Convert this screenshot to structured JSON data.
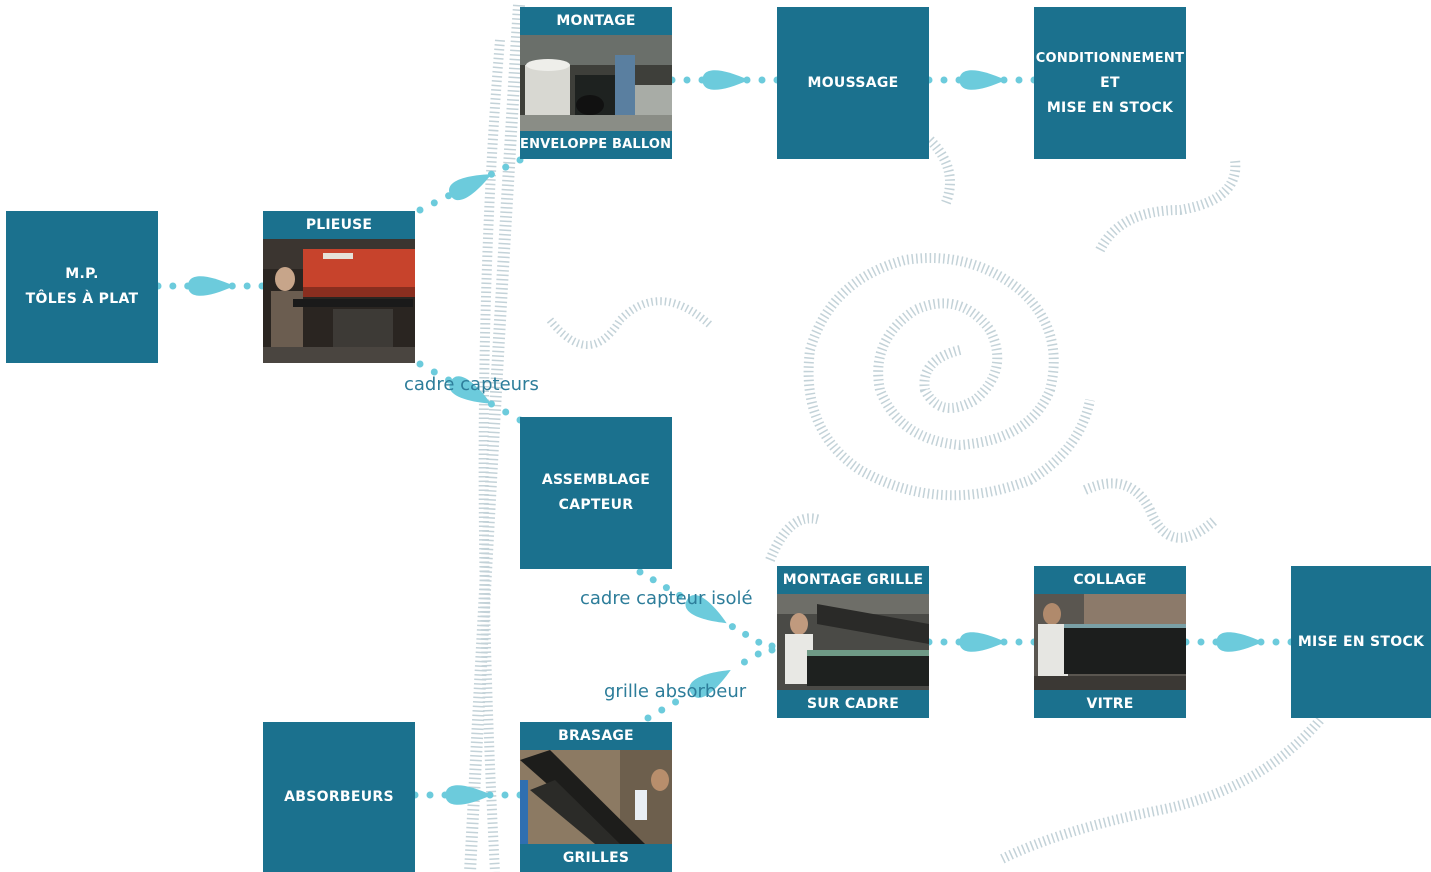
{
  "colors": {
    "box": "#1b718e",
    "arrow": "#6ccbdc",
    "pattern": "#c3d2d8",
    "label": "#2d7d9a"
  },
  "nodes": {
    "mp": {
      "lines": [
        "M.P.",
        "TÔLES À PLAT"
      ]
    },
    "plieuse": {
      "top": "PLIEUSE",
      "photo_icon": "press-brake-photo"
    },
    "montage": {
      "top": "MONTAGE",
      "bottom": "ENVELOPPE BALLONS",
      "photo_icon": "workshop-photo"
    },
    "moussage": {
      "lines": [
        "MOUSSAGE"
      ]
    },
    "conditionnement": {
      "lines": [
        "CONDITIONNEMENT",
        "ET",
        "MISE EN STOCK"
      ]
    },
    "assemblage": {
      "lines": [
        "ASSEMBLAGE",
        "CAPTEUR"
      ]
    },
    "montage_grille": {
      "top": "MONTAGE GRILLE",
      "bottom": "SUR CADRE",
      "photo_icon": "grid-mounting-photo"
    },
    "collage": {
      "top": "COLLAGE",
      "bottom": "VITRE",
      "photo_icon": "glass-gluing-photo"
    },
    "mise_en_stock": {
      "lines": [
        "MISE EN STOCK"
      ]
    },
    "absorbeurs": {
      "lines": [
        "ABSORBEURS"
      ]
    },
    "brasage": {
      "top": "BRASAGE",
      "bottom": "GRILLES",
      "photo_icon": "brazing-photo"
    }
  },
  "edge_labels": {
    "cadre_capteurs": "cadre capteurs",
    "cadre_capteur_isole": "cadre capteur isolé",
    "grille_absorbeur": "grille absorbeur"
  }
}
